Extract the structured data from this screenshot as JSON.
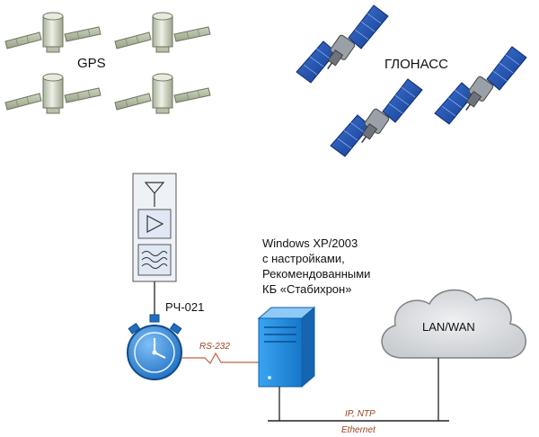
{
  "labels": {
    "gps": "GPS",
    "glonass": "ГЛОНАСС",
    "pc_lines": [
      "Windows XP/2003",
      "с настройками,",
      "Рекомендованными",
      "КБ «Стабихрон»"
    ],
    "receiver": "РЧ-021",
    "network": "LAN/WAN",
    "serial_link": "RS-232",
    "protocols": "IP, NTP",
    "ethernet": "Ethernet"
  },
  "colors": {
    "satellite_body": "#d6dccd",
    "satellite_panel": "#b4bda4",
    "glonass_panel": "#1f4fae",
    "glonass_body": "#8b8f96",
    "receiver_box": "#eef1f6",
    "receiver_module": "#dfe8f4",
    "clock": "#2f87d9",
    "server": "#1e88e0",
    "cloud": "#d7d9dc",
    "serial_line": "#c06040",
    "wire": "#222222"
  },
  "icons": {
    "gps_satellite": "gps-satellite-icon",
    "glonass_satellite": "glonass-satellite-icon",
    "antenna": "antenna-icon",
    "amplifier": "amplifier-icon",
    "filter": "filter-icon",
    "clock": "stopwatch-clock-icon",
    "server": "server-tower-icon",
    "cloud": "cloud-icon"
  }
}
